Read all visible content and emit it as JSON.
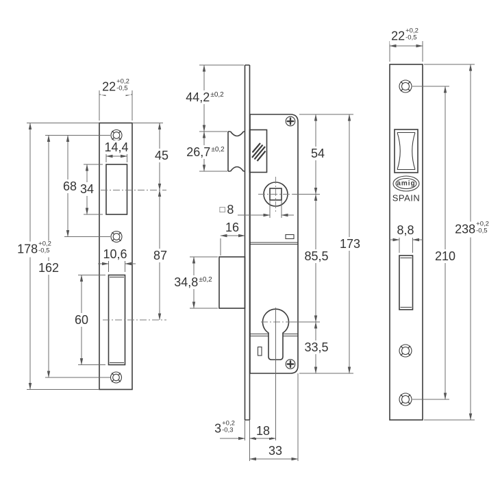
{
  "brand": {
    "logo": "amig",
    "origin": "SPAIN"
  },
  "views": {
    "strike_plate": {
      "width": {
        "value": "22",
        "plus": "+0,2",
        "minus": "-0,5"
      },
      "height": {
        "value": "178",
        "plus": "+0,2",
        "minus": "-0,5"
      },
      "latch_window_width": "14,4",
      "latch_window_height": "34",
      "top_to_latch_axis": "45",
      "screw_spacing": "68",
      "latch_axis_to_bolt_axis": "87",
      "bolt_window_width": "10,6",
      "bolt_window_height": "60",
      "screw_span": "162"
    },
    "lock_body": {
      "plate_top_to_roller": {
        "value": "44,2",
        "tol": "±0,2"
      },
      "roller_height": {
        "value": "26,7",
        "tol": "±0,2"
      },
      "top_to_follower": "54",
      "follower_square": {
        "prefix": "□",
        "value": "8"
      },
      "bolt_throw": "16",
      "height": "173",
      "follower_to_cylinder": "85,5",
      "bolt_height": {
        "value": "34,8",
        "tol": "±0,2"
      },
      "cylinder_to_bottom": "33,5",
      "faceplate_thickness": {
        "value": "3",
        "plus": "+0,2",
        "minus": "-0,3"
      },
      "backset": "18",
      "depth": "33"
    },
    "faceplate": {
      "width": {
        "value": "22",
        "plus": "+0,2",
        "minus": "-0,5"
      },
      "height": {
        "value": "238",
        "plus": "+0,2",
        "minus": "-0,5"
      },
      "slot_width": "8,8",
      "screw_span": "210"
    }
  }
}
